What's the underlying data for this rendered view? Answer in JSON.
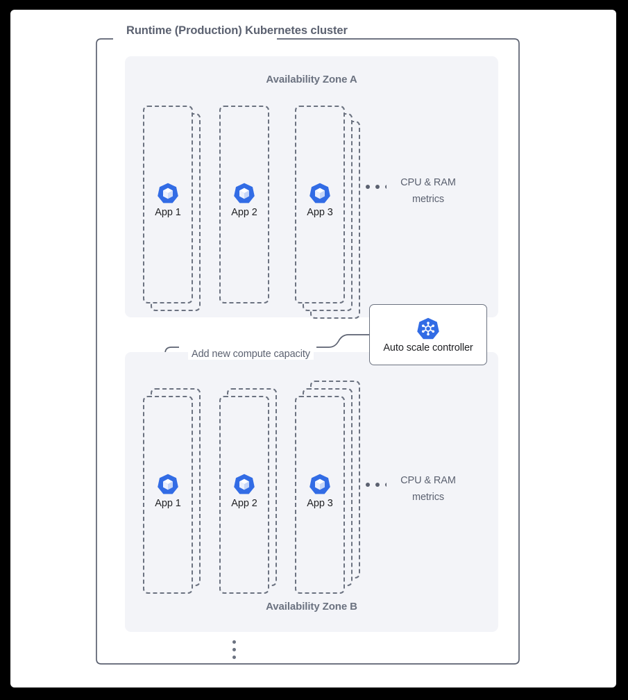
{
  "cluster": {
    "title": "Runtime (Production) Kubernetes cluster"
  },
  "zones": [
    {
      "id": "zone-a",
      "label": "Availability Zone A",
      "label_position": "top",
      "apps": [
        {
          "name": "App 1",
          "icon": "kubernetes-pod-icon",
          "replicas": 2
        },
        {
          "name": "App 2",
          "icon": "kubernetes-pod-icon",
          "replicas": 1
        },
        {
          "name": "App 3",
          "icon": "kubernetes-pod-icon",
          "replicas": 3
        }
      ],
      "more_indicator": "ellipsis-horizontal-icon",
      "metrics_label_line1": "CPU & RAM",
      "metrics_label_line2": "metrics"
    },
    {
      "id": "zone-b",
      "label": "Availability Zone B",
      "label_position": "bottom",
      "apps": [
        {
          "name": "App 1",
          "icon": "kubernetes-pod-icon",
          "replicas": 2
        },
        {
          "name": "App 2",
          "icon": "kubernetes-pod-icon",
          "replicas": 2
        },
        {
          "name": "App 3",
          "icon": "kubernetes-pod-icon",
          "replicas": 3
        }
      ],
      "more_indicator": "ellipsis-horizontal-icon",
      "metrics_label_line1": "CPU & RAM",
      "metrics_label_line2": "metrics"
    }
  ],
  "controller": {
    "label": "Auto scale controller",
    "icon": "kubernetes-controller-icon"
  },
  "annotations": {
    "scale_out": "Add new compute capacity"
  },
  "more_zones_indicator": "ellipsis-vertical-icon",
  "colors": {
    "k8s_blue": "#326ce5",
    "line": "#5b6170",
    "zone_bg": "#f3f4f8",
    "dashed_border": "#6b7280",
    "text_dark": "#202124",
    "text_muted": "#5b6170",
    "card_bg": "#ffffff",
    "page_bg": "#ffffff"
  }
}
